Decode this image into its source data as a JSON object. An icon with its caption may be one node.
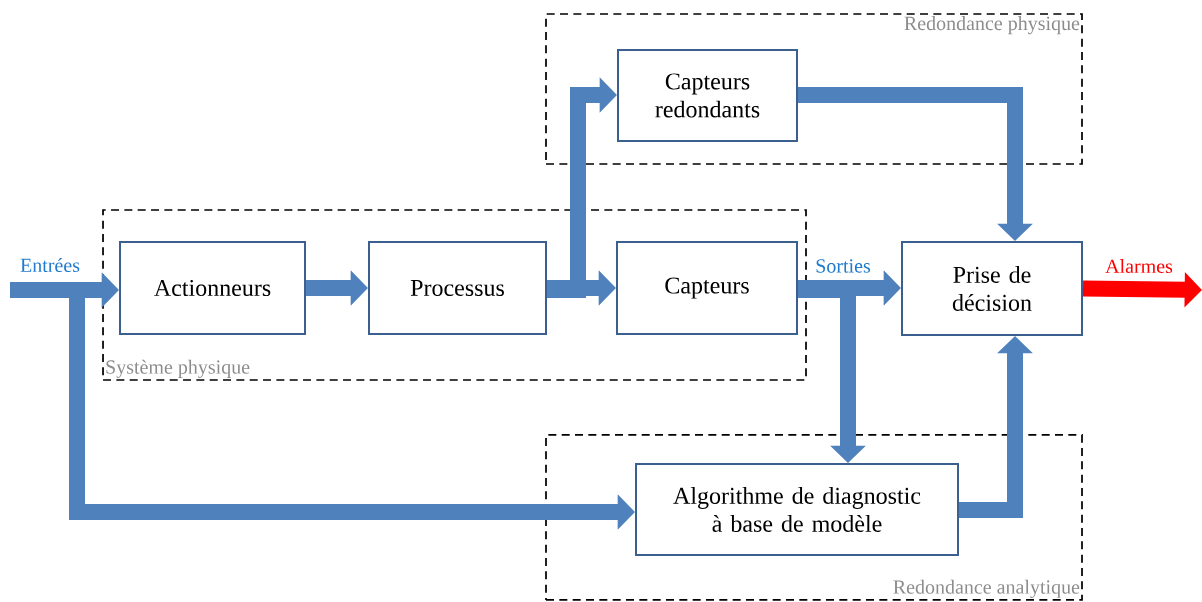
{
  "diagram": {
    "nodes": [
      {
        "text": [
          "Redondance physique"
        ]
      },
      {
        "text": [
          "Capteurs redondants"
        ],
        "in": 0
      },
      {
        "text": [
          "Système physique"
        ]
      },
      {
        "text": [
          "Actionneurs"
        ],
        "in": 2
      },
      {
        "text": [
          "Processus"
        ],
        "in": 2
      },
      {
        "text": [
          "Capteurs"
        ],
        "in": 2
      },
      {
        "text": [
          "Prise de décision"
        ]
      },
      {
        "text": [
          "Redondance analytique"
        ]
      },
      {
        "text": [
          "Algorithme de diagnostic à base de modèle"
        ],
        "in": 7
      }
    ],
    "edges": [
      {
        "from": null,
        "to": 3,
        "arrow": "to",
        "label": "Entrées"
      },
      {
        "from": null,
        "to": 8,
        "arrow": "to"
      },
      {
        "from": 3,
        "to": 4,
        "arrow": "to"
      },
      {
        "from": 4,
        "to": 5,
        "arrow": "to"
      },
      {
        "from": 4,
        "to": 1,
        "arrow": "to"
      },
      {
        "from": 5,
        "to": 6,
        "arrow": "to",
        "label": "Sorties"
      },
      {
        "from": 5,
        "to": 8,
        "arrow": "to"
      },
      {
        "from": 1,
        "to": 6,
        "arrow": "to"
      },
      {
        "from": 8,
        "to": 6,
        "arrow": "to"
      },
      {
        "from": 6,
        "to": null,
        "arrow": "to",
        "label": "Alarmes",
        "color": "#ff0000"
      }
    ]
  }
}
